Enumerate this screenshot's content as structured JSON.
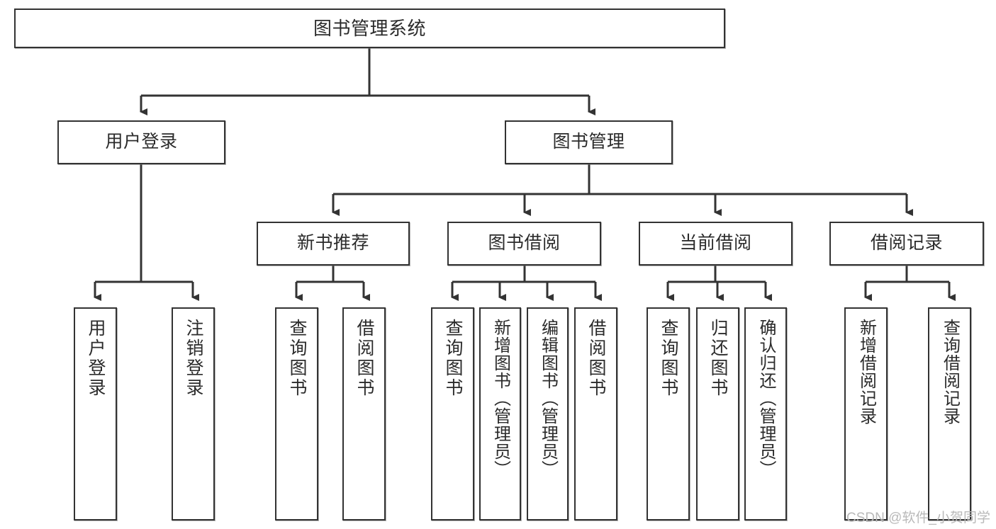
{
  "diagram": {
    "title": "图书管理系统",
    "type": "tree-hierarchy",
    "watermark": "CSDN @软件_小贺同学",
    "colors": {
      "background": "#ffffff",
      "box_border": "#333333",
      "box_fill": "#ffffff",
      "text": "#2b2b2b",
      "edge": "#333333",
      "watermark": "#b9b9b9"
    },
    "root": {
      "label": "图书管理系统"
    },
    "level2": [
      {
        "label": "用户登录"
      },
      {
        "label": "图书管理"
      }
    ],
    "level3": [
      {
        "label": "新书推荐"
      },
      {
        "label": "图书借阅"
      },
      {
        "label": "当前借阅"
      },
      {
        "label": "借阅记录"
      }
    ],
    "leaves": {
      "user_login": [
        {
          "label": "用户登录"
        },
        {
          "label": "注销登录"
        }
      ],
      "new_book_recommend": [
        {
          "label": "查询图书"
        },
        {
          "label": "借阅图书"
        }
      ],
      "book_borrow": [
        {
          "label": "查询图书"
        },
        {
          "label": "新增图书（管理员）"
        },
        {
          "label": "编辑图书（管理员）"
        },
        {
          "label": "借阅图书"
        }
      ],
      "current_borrow": [
        {
          "label": "查询图书"
        },
        {
          "label": "归还图书"
        },
        {
          "label": "确认归还（管理员）"
        }
      ],
      "borrow_record": [
        {
          "label": "新增借阅记录"
        },
        {
          "label": "查询借阅记录"
        }
      ]
    }
  }
}
